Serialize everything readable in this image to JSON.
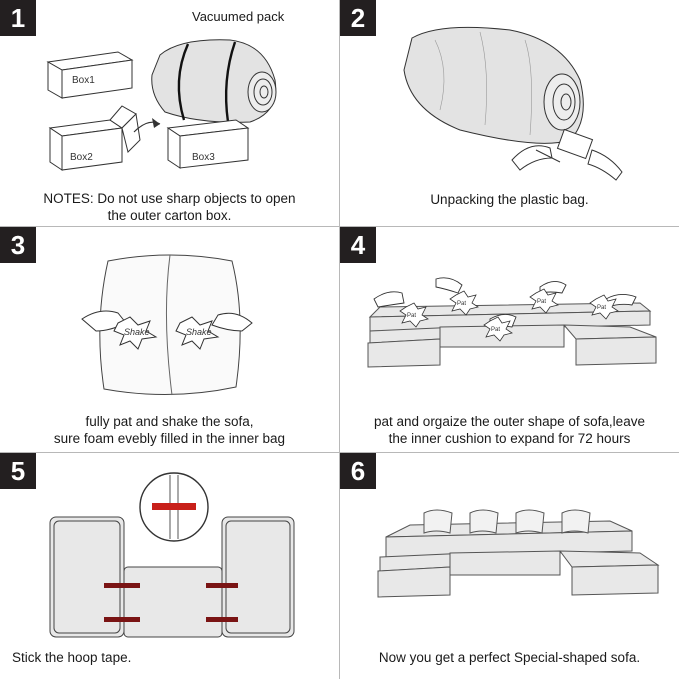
{
  "steps": [
    {
      "number": "1",
      "header": "Vacuumed pack",
      "box_labels": [
        "Box1",
        "Box2",
        "Box3"
      ],
      "caption_line1": "NOTES: Do not use sharp objects to open",
      "caption_line2": "the outer carton box."
    },
    {
      "number": "2",
      "caption_line1": "Unpacking the plastic bag."
    },
    {
      "number": "3",
      "shake_label": "Shake",
      "caption_line1": "fully pat and shake the sofa,",
      "caption_line2": "sure foam evebly filled in the inner bag"
    },
    {
      "number": "4",
      "pat_label": "Pat",
      "caption_line1": "pat and orgaize the outer shape of sofa,leave",
      "caption_line2": "the inner cushion to expand for 72 hours"
    },
    {
      "number": "5",
      "caption_line1": "Stick the hoop tape."
    },
    {
      "number": "6",
      "caption_line1": "Now you get a perfect Special-shaped sofa."
    }
  ],
  "colors": {
    "badge": "#231f20",
    "tape": "#7a1414",
    "sofa": "#e8e8e8",
    "line": "#333333"
  }
}
